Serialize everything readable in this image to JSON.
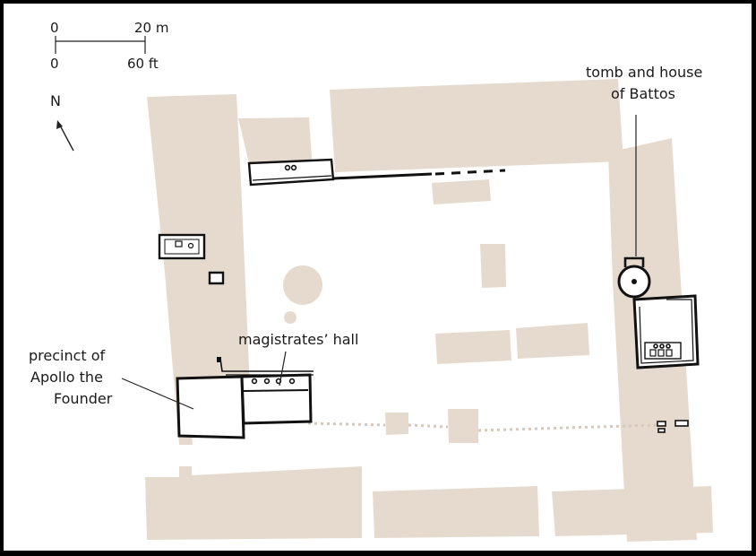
{
  "map": {
    "scale_bar": {
      "metric_start": "0",
      "metric_end": "20 m",
      "imperial_start": "0",
      "imperial_end": "60 ft"
    },
    "north_label": "N",
    "labels": {
      "tomb_line1": "tomb and house",
      "tomb_line2": "of Battos",
      "hall": "magistrates’ hall",
      "precinct_line1": "precinct of",
      "precinct_line2": "Apollo the",
      "precinct_line3": "Founder"
    },
    "colors": {
      "building": "#e6dace",
      "wall": "#111111",
      "background": "#ffffff",
      "border": "#000000"
    }
  }
}
